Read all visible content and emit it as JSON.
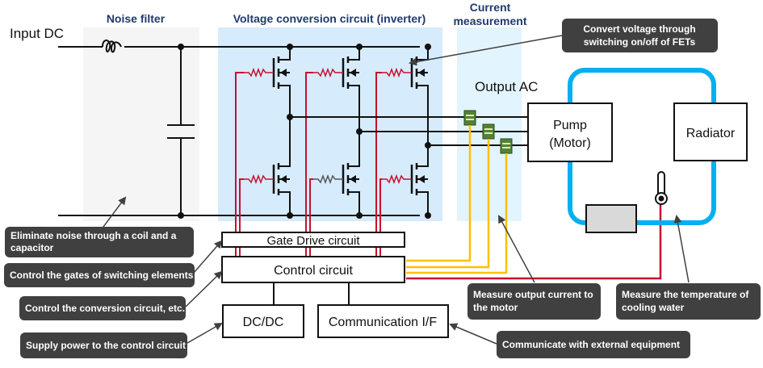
{
  "sections": {
    "noise_filter": "Noise filter",
    "inverter": "Voltage conversion circuit (inverter)",
    "current_measurement_1": "Current",
    "current_measurement_2": "measurement"
  },
  "terminals": {
    "input": "Input DC",
    "output": "Output AC"
  },
  "blocks": {
    "gate_drive": "Gate Drive circuit",
    "control": "Control circuit",
    "dcdc": "DC/DC",
    "comm": "Communication I/F",
    "pump_1": "Pump",
    "pump_2": "(Motor)",
    "radiator": "Radiator"
  },
  "callouts": {
    "fets_1": "Convert voltage through",
    "fets_2": "switching on/off of FETs",
    "noise_1": "Eliminate noise through a coil and a",
    "noise_2": "capacitor",
    "gates": "Control the gates of switching elements",
    "conversion": "Control the conversion circuit, etc.",
    "power": "Supply power to the control circuit",
    "current_1": "Measure output current to",
    "current_2": "the motor",
    "temp_1": "Measure the temperature of",
    "temp_2": "cooling water",
    "comm": "Communicate with external equipment"
  },
  "colors": {
    "gate_wire": "#c8102e",
    "sense_wire": "#ffc000",
    "coolant": "#00b0f0",
    "callout_bg": "#404040",
    "sensor": "#548235"
  }
}
